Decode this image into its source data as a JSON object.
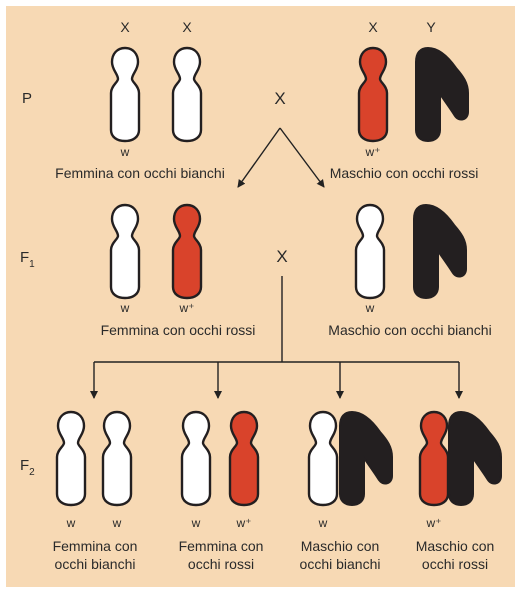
{
  "colors": {
    "background": "#f7d9b4",
    "chromosome_white": "#ffffff",
    "chromosome_red": "#d9432b",
    "chromosome_y": "#231f20",
    "outline": "#231f20"
  },
  "generations": {
    "p": "P",
    "f1": {
      "main": "F",
      "sub": "1"
    },
    "f2": {
      "main": "F",
      "sub": "2"
    }
  },
  "cross_symbol": "X",
  "chromosome_labels": {
    "x": "X",
    "y": "Y"
  },
  "alleles": {
    "w": "w",
    "w_plus": "w⁺"
  },
  "parents": {
    "female": {
      "label": "Femmina con occhi bianchi",
      "chromosomes": [
        "white",
        "white"
      ]
    },
    "male": {
      "label": "Maschio con occhi rossi",
      "chromosomes": [
        "red",
        "y"
      ]
    }
  },
  "f1": {
    "female": {
      "label": "Femmina con occhi rossi",
      "chromosomes": [
        "white",
        "red"
      ]
    },
    "male": {
      "label": "Maschio con occhi bianchi",
      "chromosomes": [
        "white",
        "y"
      ]
    }
  },
  "f2": [
    {
      "line1": "Femmina con",
      "line2": "occhi bianchi",
      "chromosomes": [
        "white",
        "white"
      ]
    },
    {
      "line1": "Femmina con",
      "line2": "occhi rossi",
      "chromosomes": [
        "white",
        "red"
      ]
    },
    {
      "line1": "Maschio con",
      "line2": "occhi bianchi",
      "chromosomes": [
        "white",
        "y"
      ]
    },
    {
      "line1": "Maschio con",
      "line2": "occhi rossi",
      "chromosomes": [
        "red",
        "y"
      ]
    }
  ]
}
